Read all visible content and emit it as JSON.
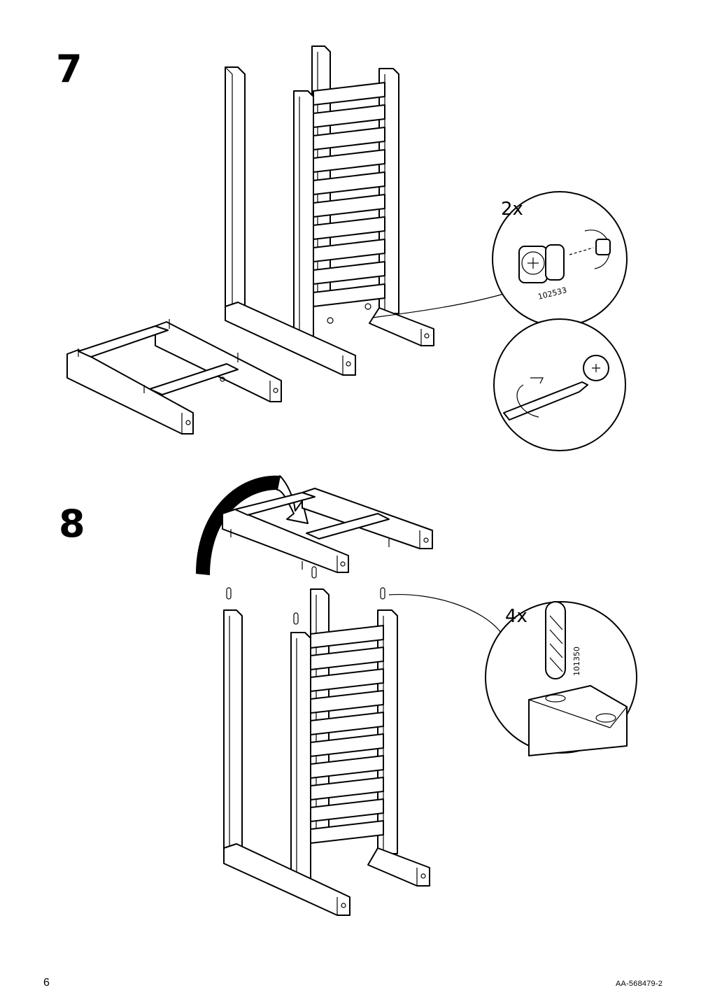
{
  "steps": [
    {
      "number": "7",
      "callouts": [
        {
          "quantity": "2x",
          "part_code": "102533"
        }
      ]
    },
    {
      "number": "8",
      "callouts": [
        {
          "quantity": "4x",
          "part_code": "101350"
        }
      ]
    }
  ],
  "footer": {
    "page_number": "6",
    "document_code": "AA-568479-2"
  }
}
